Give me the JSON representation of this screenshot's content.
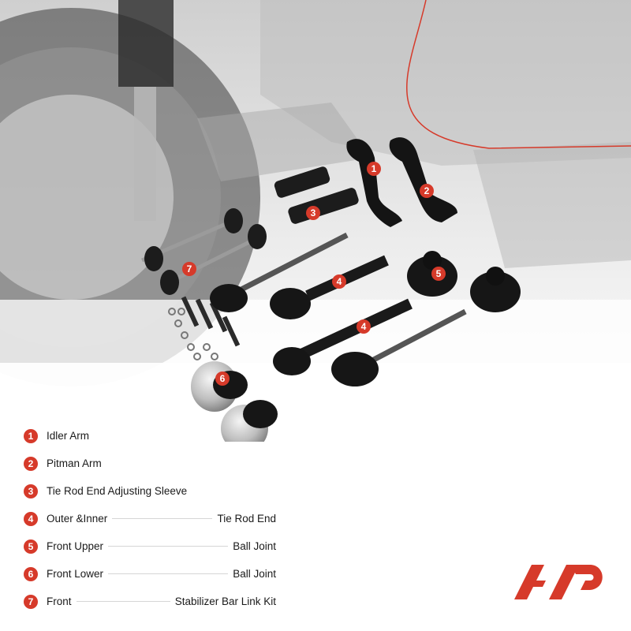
{
  "brand": {
    "accent": "#d63a2a",
    "icon": "a-premium-logo-icon"
  },
  "callouts": [
    "1",
    "2",
    "3",
    "4",
    "4",
    "5",
    "6",
    "7"
  ],
  "legend": [
    {
      "num": "1",
      "left": "Idler Arm",
      "right": ""
    },
    {
      "num": "2",
      "left": "Pitman Arm",
      "right": ""
    },
    {
      "num": "3",
      "left": "Tie Rod End Adjusting Sleeve",
      "right": ""
    },
    {
      "num": "4",
      "left": "Outer  &Inner",
      "right": "Tie Rod End"
    },
    {
      "num": "5",
      "left": "Front Upper",
      "right": "Ball Joint"
    },
    {
      "num": "6",
      "left": "Front Lower",
      "right": "Ball Joint"
    },
    {
      "num": "7",
      "left": "Front",
      "right": "Stabilizer Bar Link Kit"
    }
  ]
}
